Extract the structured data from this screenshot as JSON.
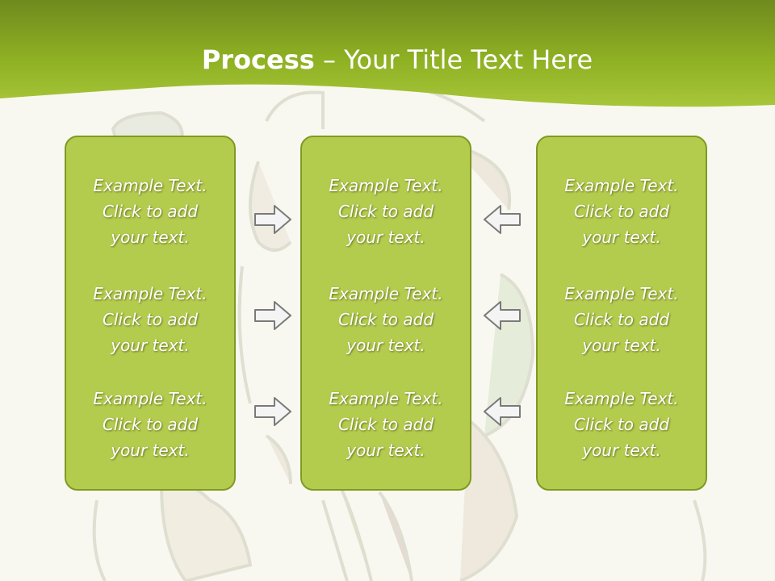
{
  "title": {
    "bold": "Process",
    "rest": " – Your Title Text Here"
  },
  "colors": {
    "header_green": "#8eb023",
    "panel_fill": "#b4cc4e",
    "panel_border": "#7e9a22",
    "arrow_fill": "#f4f4f4",
    "arrow_stroke": "#7a7a7a"
  },
  "columns": [
    {
      "items": [
        {
          "line1": "Example Text.",
          "line2": "Click  to add",
          "line3": "your text."
        },
        {
          "line1": "Example Text.",
          "line2": "Click  to add",
          "line3": "your text."
        },
        {
          "line1": "Example Text.",
          "line2": "Click  to add",
          "line3": "your text."
        }
      ]
    },
    {
      "items": [
        {
          "line1": "Example Text.",
          "line2": "Click  to add",
          "line3": "your text."
        },
        {
          "line1": "Example Text.",
          "line2": "Click  to add",
          "line3": "your text."
        },
        {
          "line1": "Example Text.",
          "line2": "Click  to add",
          "line3": "your text."
        }
      ]
    },
    {
      "items": [
        {
          "line1": "Example Text.",
          "line2": "Click  to add",
          "line3": "your text."
        },
        {
          "line1": "Example Text.",
          "line2": "Click  to add",
          "line3": "your text."
        },
        {
          "line1": "Example Text.",
          "line2": "Click  to add",
          "line3": "your text."
        }
      ]
    }
  ],
  "arrows": {
    "left_group_direction": "right",
    "right_group_direction": "left"
  }
}
